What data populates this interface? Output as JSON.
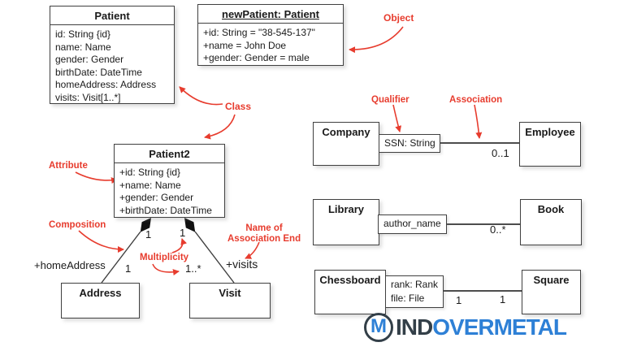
{
  "classes": {
    "patient": {
      "title": "Patient",
      "attrs": [
        "id: String {id}",
        "name: Name",
        "gender: Gender",
        "birthDate: DateTime",
        "homeAddress: Address",
        "visits: Visit[1..*]"
      ]
    },
    "newPatient": {
      "title": "newPatient: Patient",
      "attrs": [
        "+id: String = \"38-545-137\"",
        "+name = John Doe",
        "+gender: Gender = male"
      ]
    },
    "patient2": {
      "title": "Patient2",
      "attrs": [
        "+id: String {id}",
        "+name: Name",
        "+gender: Gender",
        "+birthDate: DateTime"
      ]
    },
    "address": {
      "title": "Address"
    },
    "visit": {
      "title": "Visit"
    },
    "company": {
      "title": "Company"
    },
    "employee": {
      "title": "Employee"
    },
    "library": {
      "title": "Library"
    },
    "book": {
      "title": "Book"
    },
    "chessboard": {
      "title": "Chessboard"
    },
    "square": {
      "title": "Square"
    }
  },
  "qualifiers": {
    "ssn": "SSN: String",
    "author_name": "author_name",
    "rank": "rank: Rank",
    "file": "file: File"
  },
  "annotations": {
    "object": "Object",
    "class": "Class",
    "attribute": "Attribute",
    "composition": "Composition",
    "multiplicity": "Multiplicity",
    "assoc_end_line1": "Name of",
    "assoc_end_line2": "Association End",
    "qualifier": "Qualifier",
    "association": "Association"
  },
  "labels": {
    "home_address_role": "+homeAddress",
    "visits_role": "+visits",
    "comp_left_whole": "1",
    "comp_right_whole": "1",
    "address_mult": "1",
    "visit_mult": "1..*",
    "employee_mult": "0..1",
    "book_mult": "0..*",
    "square_mult_left": "1",
    "square_mult_right": "1"
  },
  "logo": {
    "icon_letter": "M",
    "text_dark": "IND",
    "text_blue": "OVERMETAL"
  },
  "colors": {
    "annotation_red": "#e73c2e",
    "box_border": "#404040",
    "logo_dark": "#333f48",
    "logo_blue": "#2e80d6"
  }
}
